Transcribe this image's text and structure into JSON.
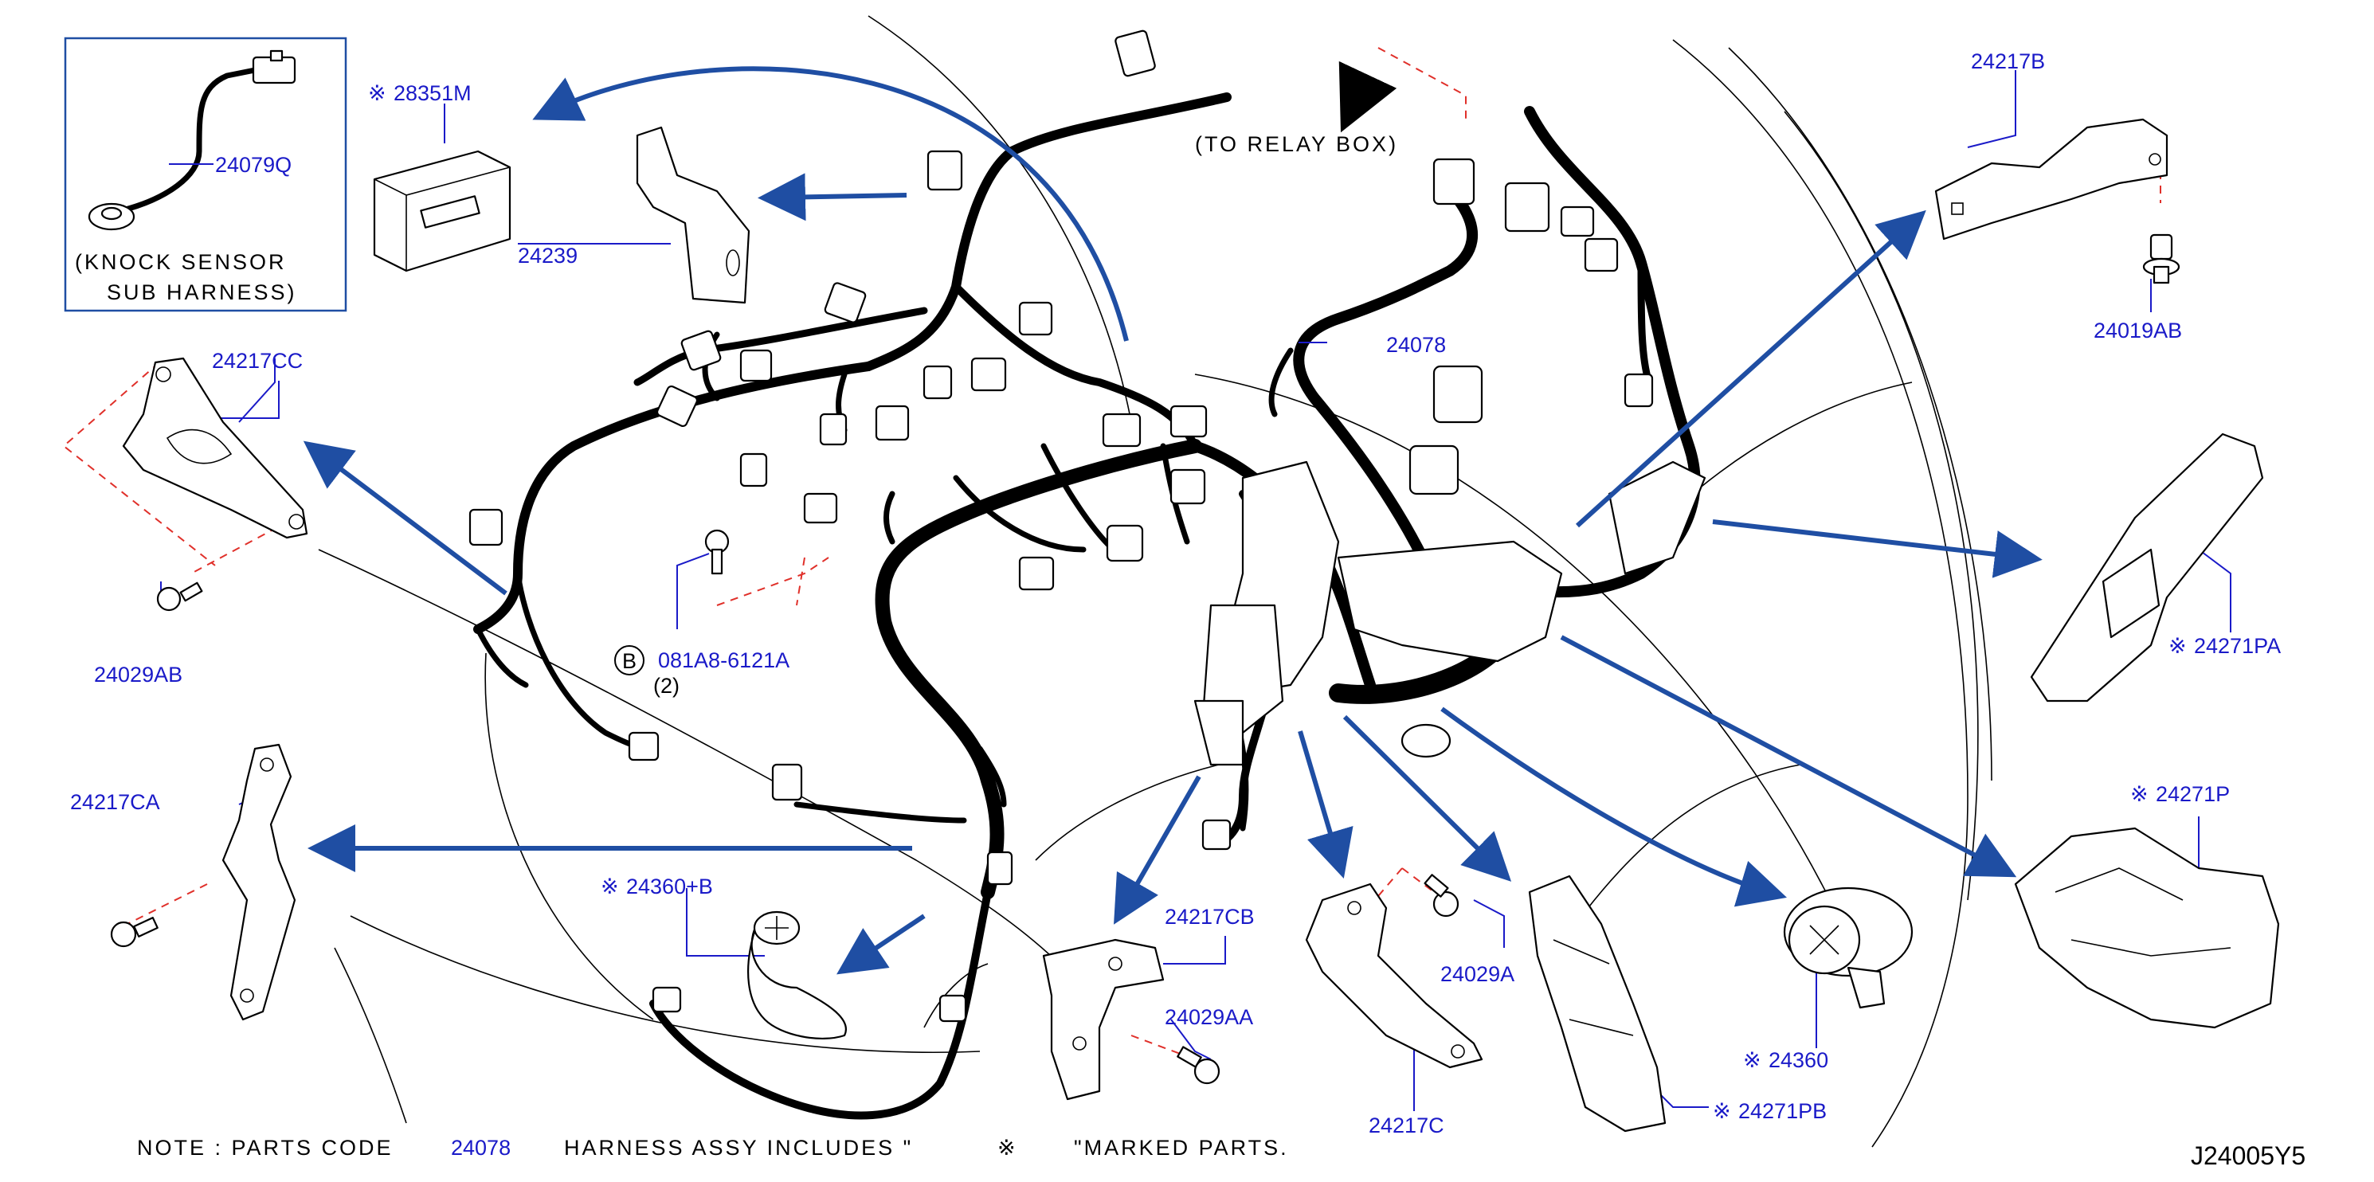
{
  "inset": {
    "part": "24079Q",
    "caption_line1": "(KNOCK  SENSOR",
    "caption_line2": "SUB  HARNESS)"
  },
  "labels": {
    "p28351M": "28351M",
    "p24239": "24239",
    "p24217CC": "24217CC",
    "p24029AB": "24029AB",
    "p081A8": "081A8-6121A",
    "b_circle": "B",
    "qty": "(2)",
    "p24217CA": "24217CA",
    "p24360B": "24360+B",
    "p24078": "24078",
    "relay": "(TO  RELAY  BOX)",
    "p24217B": "24217B",
    "p24019AB": "24019AB",
    "p24271PA": "24271PA",
    "p24271P": "24271P",
    "p24360": "24360",
    "p24271PB": "24271PB",
    "p24217CB": "24217CB",
    "p24029AA": "24029AA",
    "p24029A": "24029A",
    "p24217C": "24217C"
  },
  "note": {
    "prefix": "NOTE  :  PARTS  CODE",
    "code": "24078",
    "middle": "HARNESS  ASSY    INCLUDES  \"",
    "suffix": "\"MARKED  PARTS."
  },
  "diagram_id": "J24005Y5",
  "mark_symbol": "※",
  "colors": {
    "label_blue": "#1a1ac8",
    "arrow_blue": "#1f4ea3",
    "dash_red": "#e0302a"
  }
}
